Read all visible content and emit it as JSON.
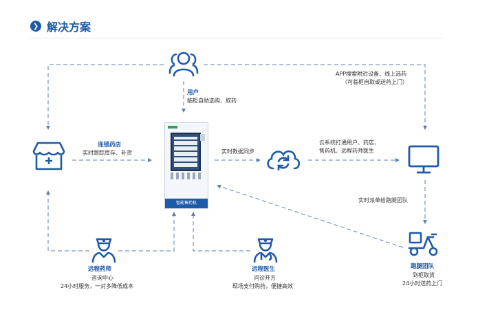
{
  "header": {
    "title": "解决方案",
    "icon": "chevron-right-icon"
  },
  "nodes": {
    "user": {
      "title": "用户",
      "desc": "临柜自助选购、取药",
      "icon": "users-icon"
    },
    "pharmacy": {
      "title": "连锁药店",
      "desc": "实时跟踪库存、补货",
      "icon": "shop-icon"
    },
    "machine": {
      "label": "智能售药机",
      "icon": "vending-machine"
    },
    "cloud": {
      "desc_line1": "云系统打通用户、药店、",
      "desc_line2": "售药机、远程药师医生",
      "icon": "cloud-sync-icon"
    },
    "terminal": {
      "desc_line1": "APP搜索附近设备、线上选药",
      "desc_line2": "（可临柜自取或送药上门）",
      "icon": "monitor-icon"
    },
    "pharmacist": {
      "title": "远程药师",
      "desc_line1": "咨询中心",
      "desc_line2": "24小时服务，一对多降低成本",
      "icon": "pharmacist-icon"
    },
    "doctor": {
      "title": "远程医生",
      "desc_line1": "问诊开方",
      "desc_line2": "现场支付购药，便捷高效",
      "icon": "doctor-icon"
    },
    "courier": {
      "title": "跑腿团队",
      "desc_line1": "到柜取货",
      "desc_line2": "24小时送药上门",
      "icon": "scooter-icon"
    }
  },
  "edges": {
    "sync": "实时数据同步",
    "dispatch": "实时派单给跑腿团队"
  },
  "colors": {
    "accent": "#1f5aa8",
    "line": "#5a7fb0"
  }
}
